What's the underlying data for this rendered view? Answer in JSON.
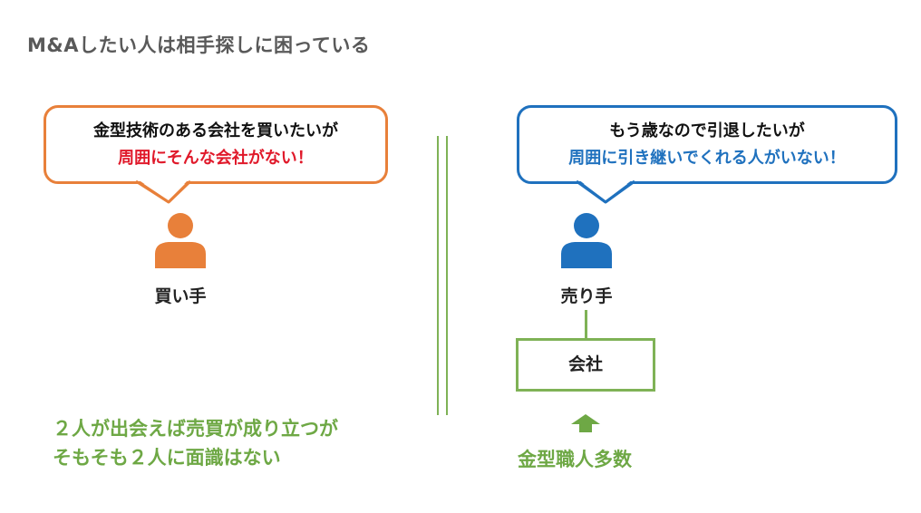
{
  "title": "M&Aしたい人は相手探しに困っている",
  "buyer": {
    "bubble_line1": "金型技術のある会社を買いたいが",
    "bubble_line2": "周囲にそんな会社がない！",
    "label": "買い手",
    "icon": "person-icon",
    "color": "#E8803A"
  },
  "seller": {
    "bubble_line1": "もう歳なので引退したいが",
    "bubble_line2": "周囲に引き継いでくれる人がいない！",
    "label": "売り手",
    "icon": "person-icon",
    "color": "#1F71BE"
  },
  "company": {
    "label": "会社"
  },
  "footer_left": {
    "line1": "２人が出会えば売買が成り立つが",
    "line2": "そもそも２人に面識はない"
  },
  "footer_right": {
    "label": "金型職人多数",
    "icon": "up-arrow-icon"
  },
  "colors": {
    "accent_green": "#6EA845",
    "line_green": "#7FB256",
    "emphasis_red": "#E0192A",
    "emphasis_blue": "#1F71BE"
  }
}
